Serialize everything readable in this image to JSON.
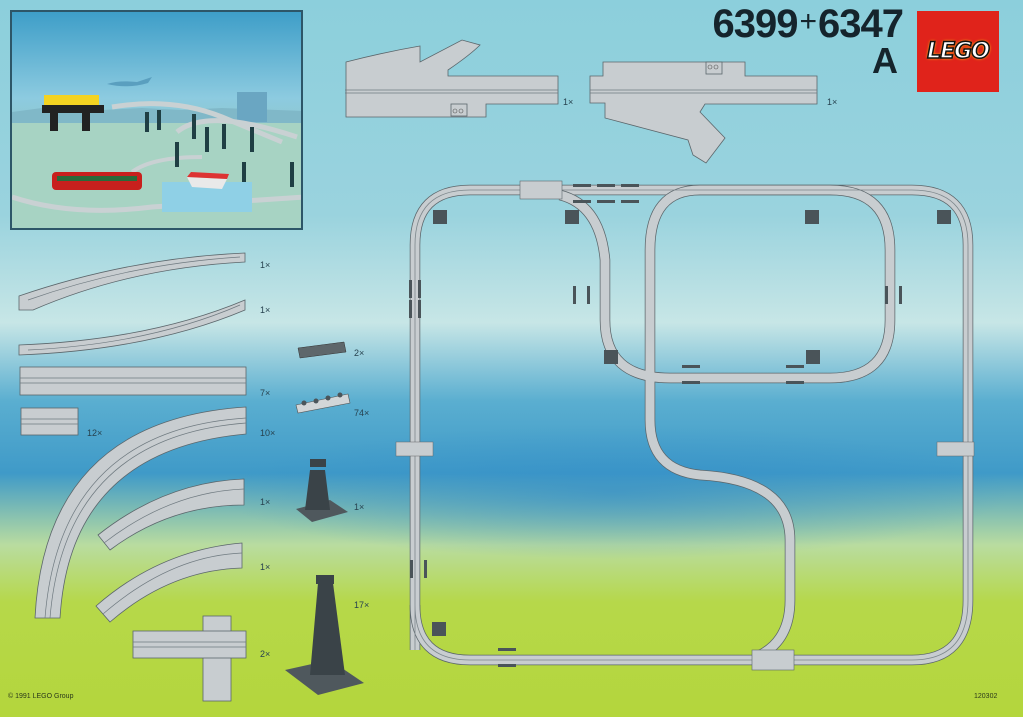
{
  "header": {
    "set_numbers": [
      "6399",
      "6347"
    ],
    "plus": "+",
    "variant": "A",
    "brand": "LEGO"
  },
  "box_photo": {
    "alt": "Airport shuttle monorail set photo"
  },
  "parts": [
    {
      "name": "curved-ramp-track-up",
      "quantity": "1×"
    },
    {
      "name": "curved-ramp-track-down",
      "quantity": "1×"
    },
    {
      "name": "straight-track-long",
      "quantity": "7×"
    },
    {
      "name": "straight-track-short",
      "quantity": "12×"
    },
    {
      "name": "curve-track-large",
      "quantity": "10×"
    },
    {
      "name": "curve-track-left",
      "quantity": "1×"
    },
    {
      "name": "curve-track-right",
      "quantity": "1×"
    },
    {
      "name": "t-junction-support-track",
      "quantity": "2×"
    },
    {
      "name": "tile-1x4-dark-gray",
      "quantity": "2×"
    },
    {
      "name": "plate-1x4-light-gray",
      "quantity": "74×"
    },
    {
      "name": "support-pillar-short",
      "quantity": "1×"
    },
    {
      "name": "support-pillar-tall",
      "quantity": "17×"
    },
    {
      "name": "switch-track-left",
      "quantity": "1×"
    },
    {
      "name": "switch-track-right",
      "quantity": "1×"
    }
  ],
  "footer": {
    "copyright": "© 1991 LEGO Group",
    "code": "120302"
  },
  "colors": {
    "logo_red": "#e0231b",
    "track_gray": "#c8cdd0",
    "support_dark": "#3a4348",
    "title_ink": "#15242c"
  }
}
